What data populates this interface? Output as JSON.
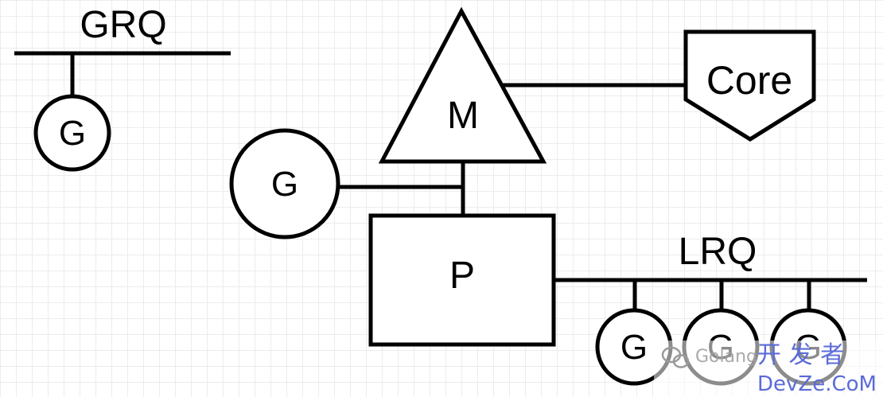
{
  "labels": {
    "grq": "GRQ",
    "lrq": "LRQ",
    "machine": "M",
    "processor": "P",
    "core": "Core",
    "goroutine": "G"
  },
  "watermark": {
    "source": "Golang",
    "site_cn": "开 发 者",
    "site_en": "DevZe.CoM"
  }
}
